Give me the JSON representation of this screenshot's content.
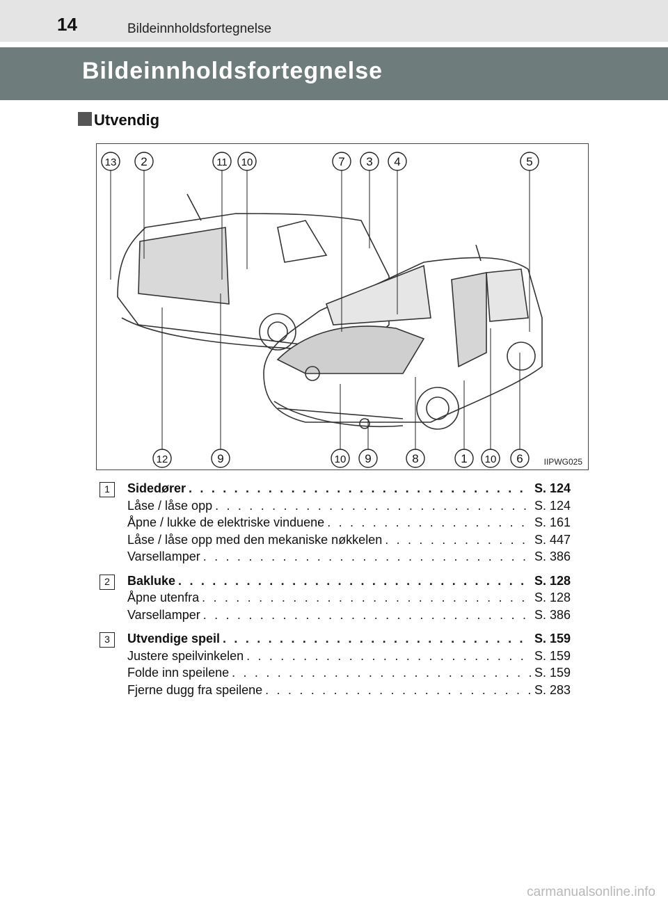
{
  "header": {
    "page_number": "14",
    "title": "Bildeinnholdsfortegnelse"
  },
  "banner": {
    "title": "Bildeinnholdsfortegnelse"
  },
  "section": {
    "heading": "Utvendig"
  },
  "figure": {
    "code": "IIPWG025",
    "top_callouts": [
      "13",
      "2",
      "11",
      "10",
      "7",
      "3",
      "4",
      "5"
    ],
    "bottom_callouts": [
      "12",
      "9",
      "10",
      "9",
      "8",
      "1",
      "10",
      "6"
    ]
  },
  "entries": [
    {
      "number": "1",
      "title": "Sidedører",
      "page": "S. 124",
      "subs": [
        {
          "label": "Låse / låse opp",
          "page": "S. 124"
        },
        {
          "label": "Åpne / lukke de elektriske vinduene",
          "page": "S. 161"
        },
        {
          "label": "Låse / låse opp med den mekaniske nøkkelen",
          "page": "S. 447"
        },
        {
          "label": "Varsellamper",
          "page": "S. 386"
        }
      ]
    },
    {
      "number": "2",
      "title": "Bakluke",
      "page": "S. 128",
      "subs": [
        {
          "label": "Åpne utenfra",
          "page": "S. 128"
        },
        {
          "label": "Varsellamper",
          "page": "S. 386"
        }
      ]
    },
    {
      "number": "3",
      "title": "Utvendige speil",
      "page": "S. 159",
      "subs": [
        {
          "label": "Justere speilvinkelen",
          "page": "S. 159"
        },
        {
          "label": "Folde inn speilene",
          "page": "S. 159"
        },
        {
          "label": "Fjerne dugg fra speilene",
          "page": "S. 283"
        }
      ]
    }
  ],
  "watermark": "carmanualsonline.info"
}
